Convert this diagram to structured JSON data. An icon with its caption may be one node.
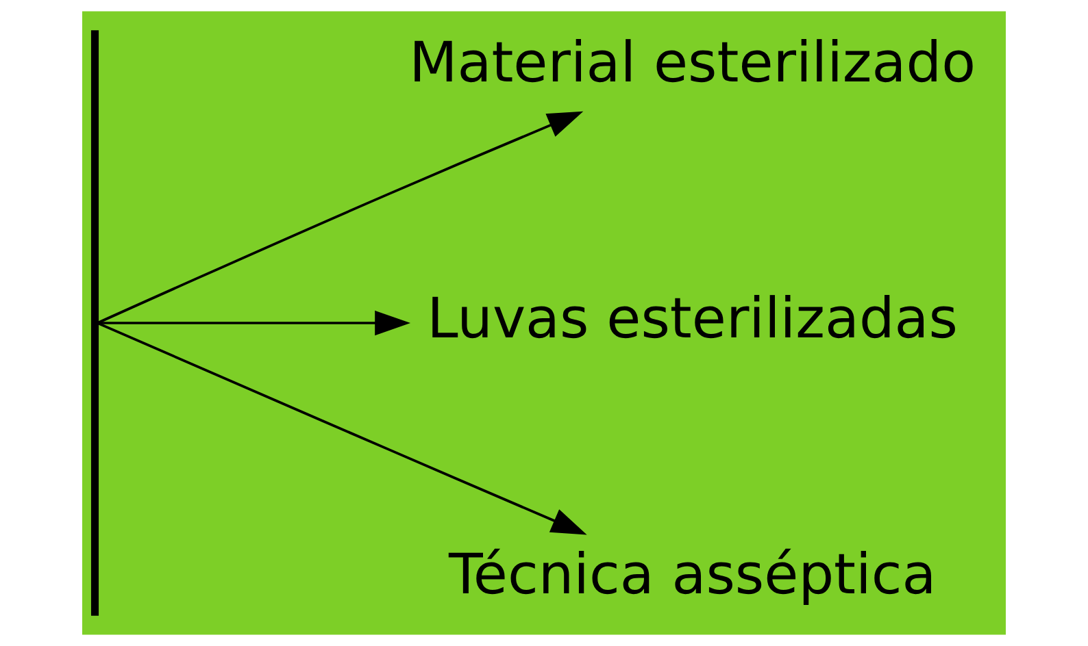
{
  "diagram": {
    "nodes": [
      {
        "text": [],
        "shape": "bar"
      },
      {
        "text": [
          "Material esterilizado"
        ]
      },
      {
        "text": [
          "Luvas esterilizadas"
        ]
      },
      {
        "text": [
          "Técnica asséptica"
        ]
      }
    ],
    "edges": [
      {
        "from": 0,
        "to": 1,
        "arrow": "to"
      },
      {
        "from": 0,
        "to": 2,
        "arrow": "to"
      },
      {
        "from": 0,
        "to": 3,
        "arrow": "to"
      }
    ]
  }
}
